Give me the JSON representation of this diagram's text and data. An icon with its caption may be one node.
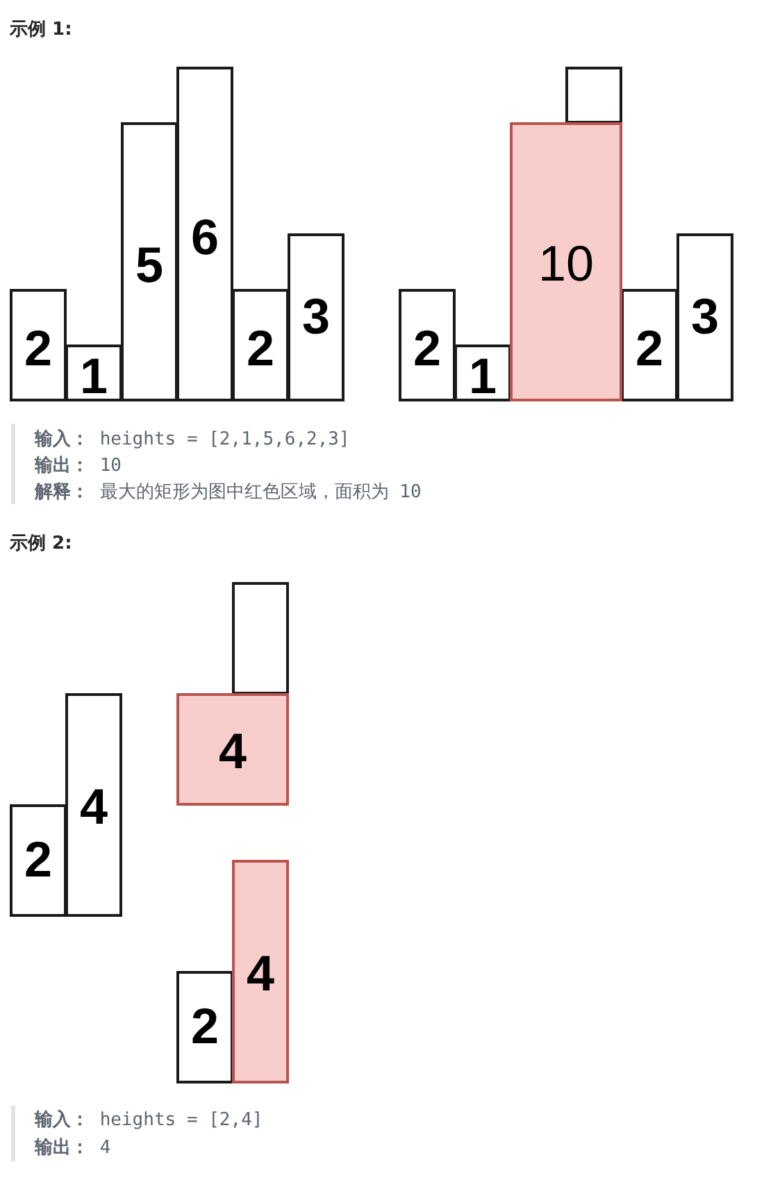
{
  "diagram": {
    "nodes": [
      {
        "text": [
          "2"
        ]
      },
      {
        "text": [
          "1"
        ]
      },
      {
        "text": [
          "5"
        ]
      },
      {
        "text": [
          "6"
        ]
      },
      {
        "text": [
          "2"
        ]
      },
      {
        "text": [
          "3"
        ]
      },
      {
        "text": [
          "2"
        ]
      },
      {
        "text": [
          "1"
        ]
      },
      {
        "text": [
          "10"
        ]
      },
      {
        "text": [],
        "shape": "box"
      },
      {
        "text": [
          "2"
        ]
      },
      {
        "text": [
          "3"
        ]
      },
      {
        "text": [
          "2"
        ]
      },
      {
        "text": [
          "4"
        ]
      },
      {
        "text": [],
        "shape": "box"
      },
      {
        "text": [
          "4"
        ]
      },
      {
        "text": [
          "2"
        ]
      },
      {
        "text": [
          "4"
        ]
      }
    ],
    "labels": [
      "示例 1:",
      "**输入：** heights = [2,1,5,6,2,3]",
      "**输出：** 10",
      "**解释：** 最大的矩形为图中红色区域，面积为 10",
      "示例 2:",
      "**输入：**  heights = [2,4]",
      "**输出：**  4"
    ]
  }
}
